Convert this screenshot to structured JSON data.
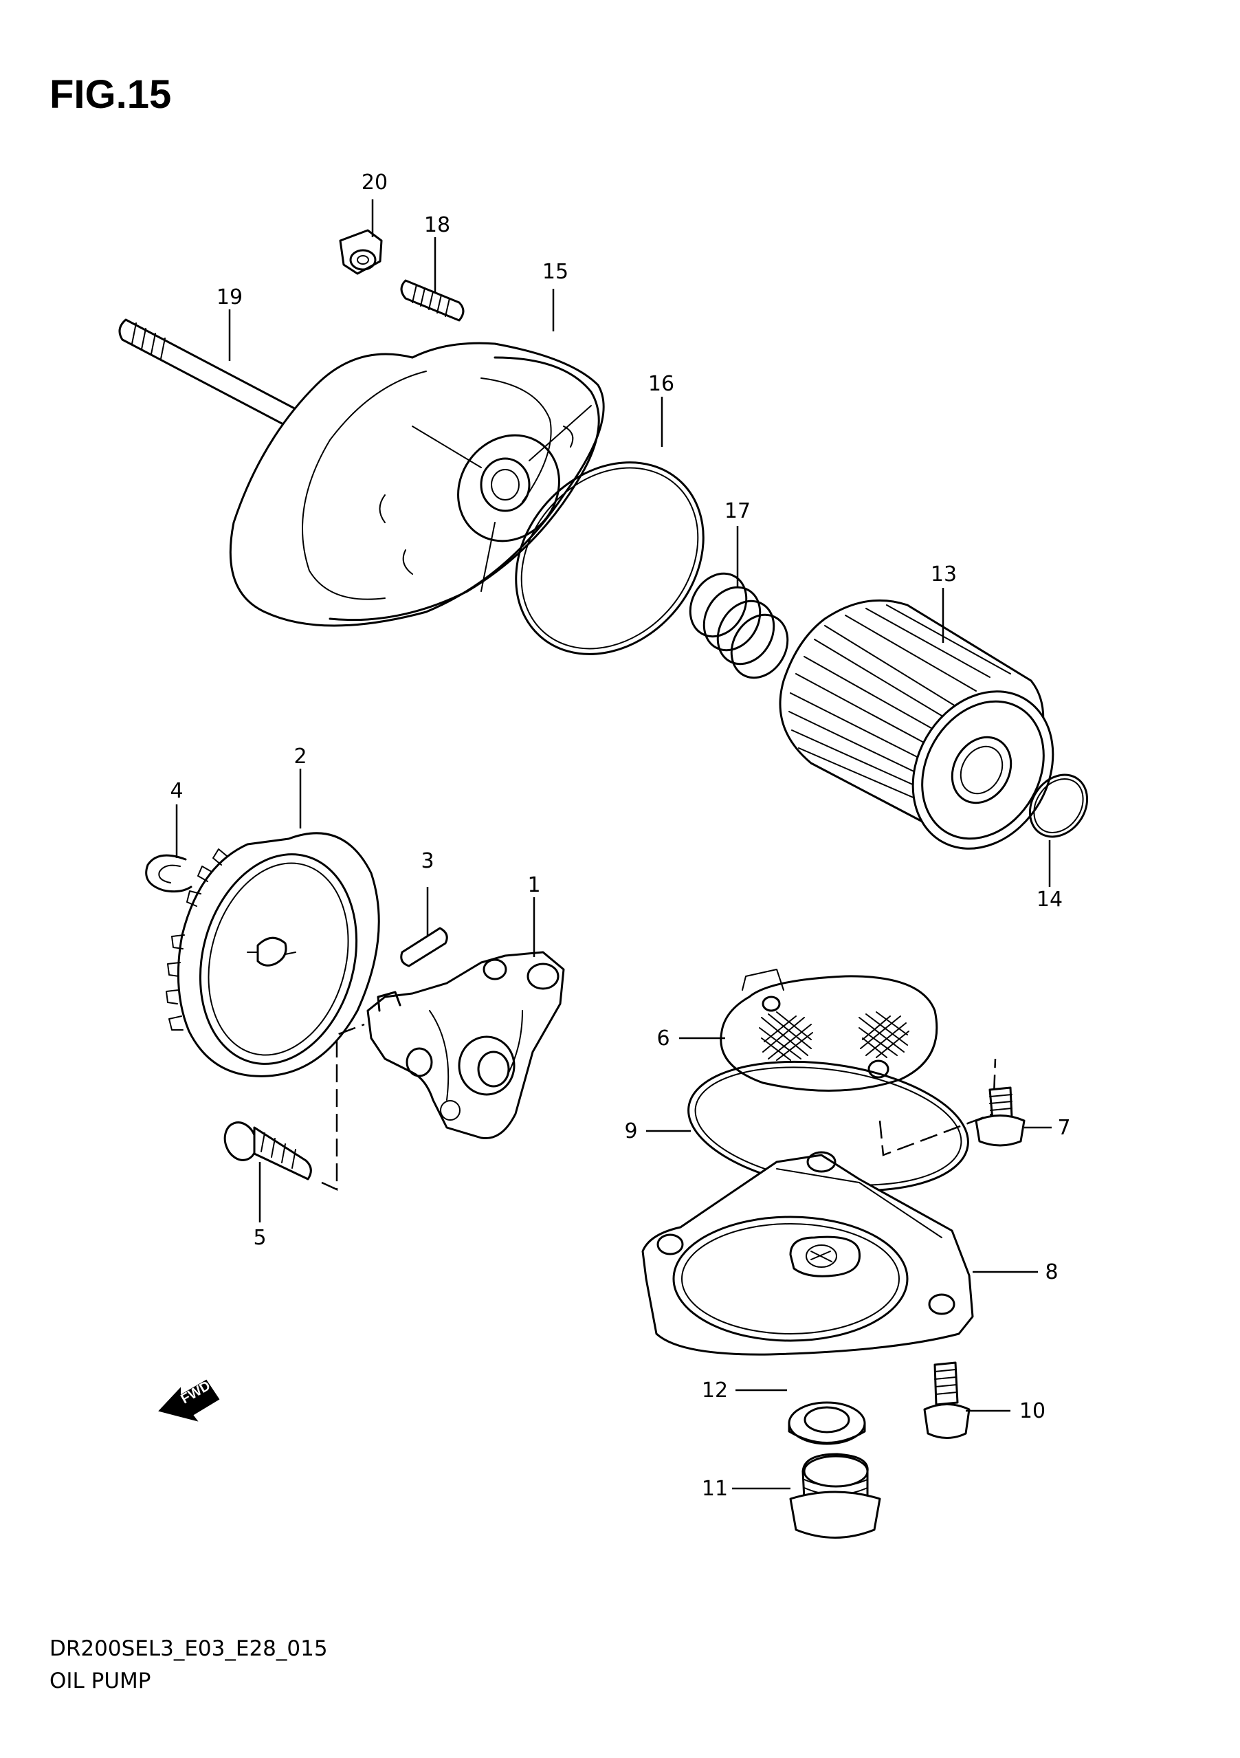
{
  "figure": {
    "title": "FIG.15",
    "code": "DR200SEL3_E03_E28_015",
    "name": "OIL PUMP"
  },
  "callouts": {
    "c1": "1",
    "c2": "2",
    "c3": "3",
    "c4": "4",
    "c5": "5",
    "c6": "6",
    "c7": "7",
    "c8": "8",
    "c9": "9",
    "c10": "10",
    "c11": "11",
    "c12": "12",
    "c13": "13",
    "c14": "14",
    "c15": "15",
    "c16": "16",
    "c17": "17",
    "c18": "18",
    "c19": "19",
    "c20": "20"
  },
  "fwd_label": "FWD",
  "colors": {
    "ink": "#000000",
    "paper": "#ffffff"
  }
}
